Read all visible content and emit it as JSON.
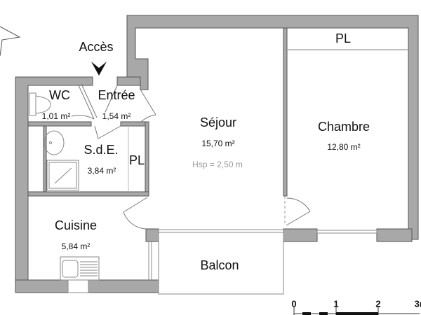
{
  "plan": {
    "access": {
      "label": "Accès",
      "icon": "arrow-down-icon"
    },
    "colors": {
      "wall": "#a8a8a8",
      "wall_stroke": "#555555",
      "fixture": "#888888",
      "background": "#ffffff"
    },
    "rooms": [
      {
        "id": "wc",
        "name": "WC",
        "area": "1,01 m²"
      },
      {
        "id": "entree",
        "name": "Entrée",
        "area": "1,54 m²"
      },
      {
        "id": "sde",
        "name": "S.d.E.",
        "area": "3,84 m²"
      },
      {
        "id": "pl-sde",
        "name": "PL"
      },
      {
        "id": "sejour",
        "name": "Séjour",
        "area": "15,70 m²",
        "height": "Hsp = 2,50 m"
      },
      {
        "id": "chambre",
        "name": "Chambre",
        "area": "12,80 m²"
      },
      {
        "id": "pl-chambre",
        "name": "PL"
      },
      {
        "id": "cuisine",
        "name": "Cuisine",
        "area": "5,84 m²"
      },
      {
        "id": "balcon",
        "name": "Balcon"
      }
    ],
    "scale": {
      "ticks": [
        "0",
        "1",
        "2",
        "3m"
      ]
    }
  }
}
